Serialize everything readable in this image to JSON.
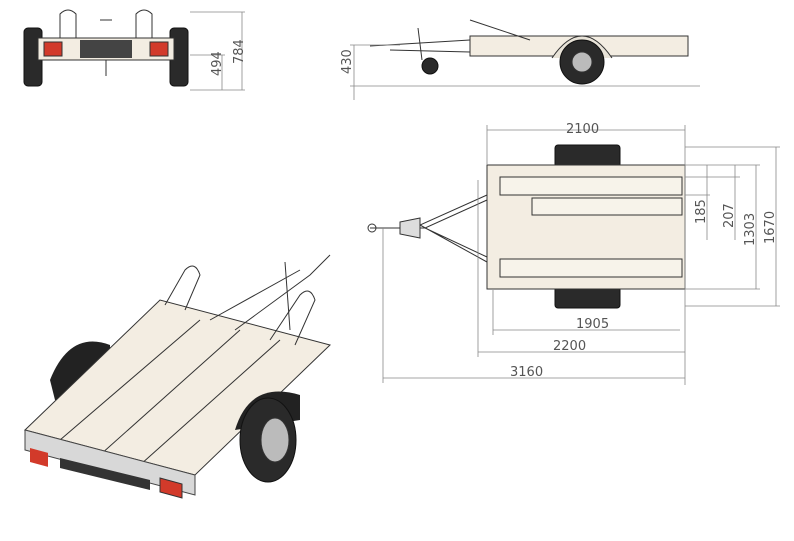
{
  "views": {
    "rear": {
      "dims": {
        "height_frame": "494",
        "height_total": "784"
      }
    },
    "side": {
      "dims": {
        "drawbar_height": "430"
      }
    },
    "top": {
      "dims": {
        "body_length": "2100",
        "rail_width_1": "185",
        "rail_width_2": "207",
        "inner_width": "1303",
        "total_width": "1670",
        "inner_length": "1905",
        "frame_length": "2200",
        "total_length": "3160"
      }
    }
  },
  "colors": {
    "frame": "#f3ede2",
    "tyre": "#2a2a2a",
    "lamp": "#d23a2a",
    "dim_line": "#888888"
  }
}
